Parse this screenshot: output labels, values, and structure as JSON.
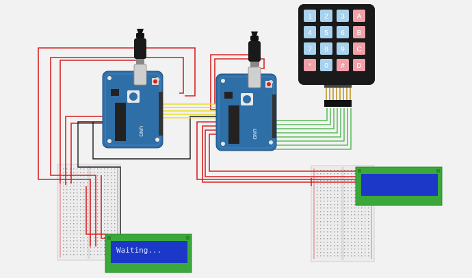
{
  "keypad": {
    "keys": [
      {
        "label": "1",
        "kind": "num"
      },
      {
        "label": "2",
        "kind": "num"
      },
      {
        "label": "3",
        "kind": "num"
      },
      {
        "label": "A",
        "kind": "letter"
      },
      {
        "label": "4",
        "kind": "num"
      },
      {
        "label": "5",
        "kind": "num"
      },
      {
        "label": "6",
        "kind": "num"
      },
      {
        "label": "B",
        "kind": "letter"
      },
      {
        "label": "7",
        "kind": "num"
      },
      {
        "label": "8",
        "kind": "num"
      },
      {
        "label": "9",
        "kind": "num"
      },
      {
        "label": "C",
        "kind": "letter"
      },
      {
        "label": "*",
        "kind": "letter"
      },
      {
        "label": "0",
        "kind": "num"
      },
      {
        "label": "#",
        "kind": "letter"
      },
      {
        "label": "D",
        "kind": "letter"
      }
    ]
  },
  "arduinos": [
    {
      "id": "arduino-left",
      "label": "UNO"
    },
    {
      "id": "arduino-right",
      "label": "UNO"
    }
  ],
  "lcds": [
    {
      "id": "lcd-left",
      "text": "Waiting..."
    },
    {
      "id": "lcd-right",
      "text": ""
    }
  ],
  "colors": {
    "background": "#f2f2f2",
    "pcb": "#2f6fa8",
    "pcb_dark": "#1d5080",
    "wire_red": "#d62020",
    "wire_black": "#1a1a1a",
    "wire_yellow": "#e8d800",
    "wire_green": "#3cb03c",
    "lcd_frame": "#3aa83a",
    "lcd_screen": "#1c38c8",
    "lcd_text": "#dde6ff",
    "key_blue": "#a8d2ee",
    "key_red": "#f0a0a8",
    "keypad_body": "#1a1a1a"
  }
}
